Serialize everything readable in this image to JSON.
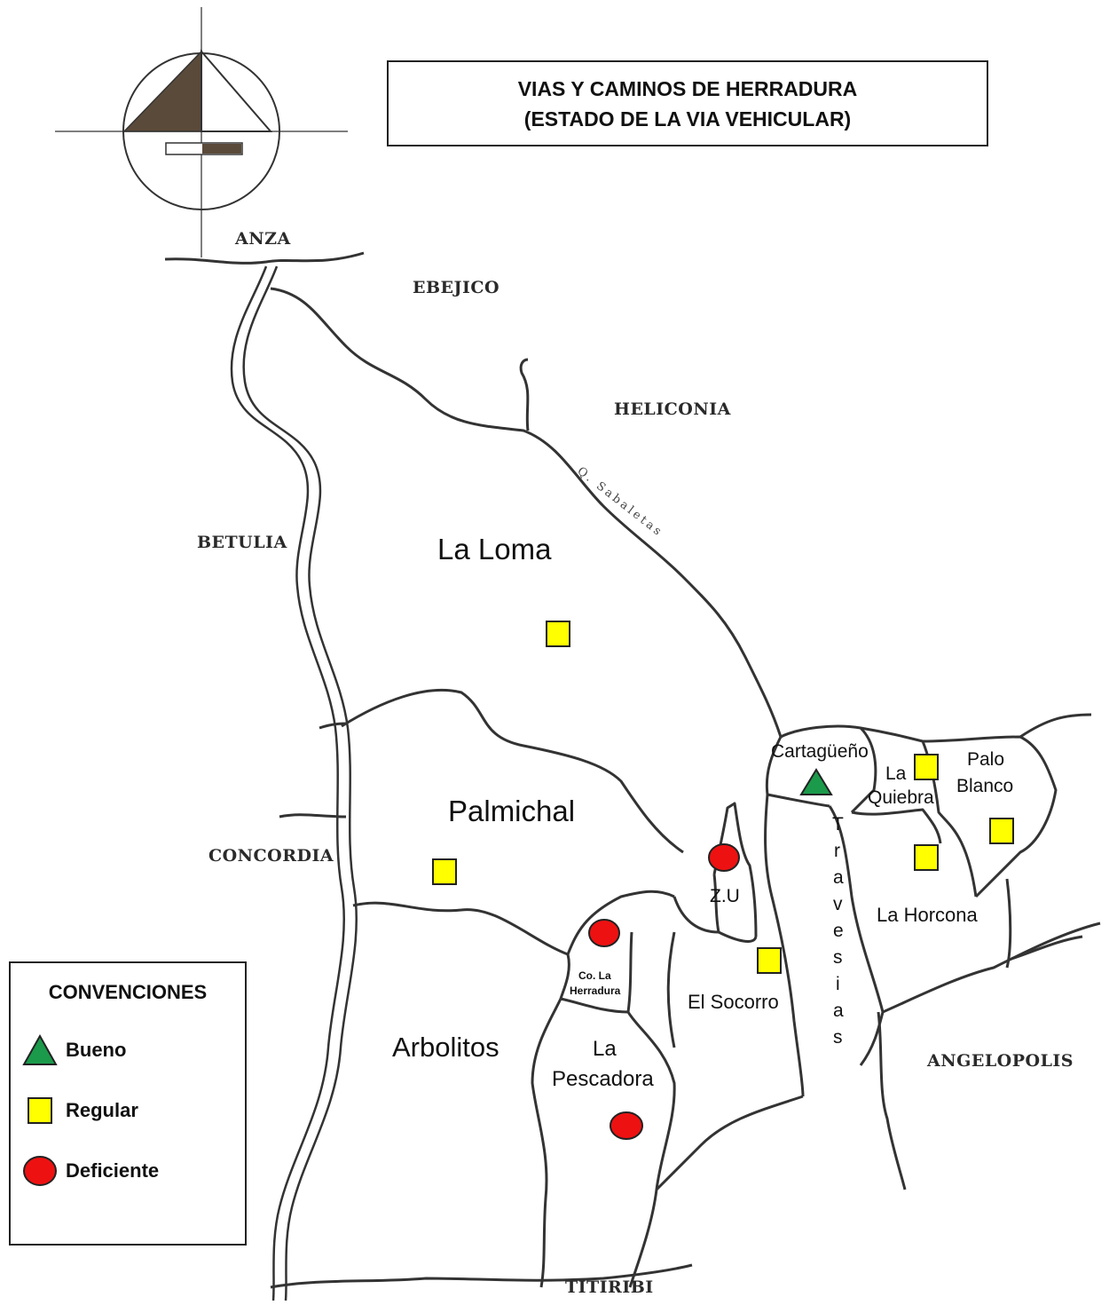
{
  "title": {
    "line1": "VIAS Y CAMINOS DE HERRADURA",
    "line2": "(ESTADO DE LA VIA VEHICULAR)"
  },
  "neighbors": {
    "anza": "ANZA",
    "ebejico": "EBEJICO",
    "heliconia": "HELICONIA",
    "betulia": "BETULIA",
    "concordia": "CONCORDIA",
    "angelopolis": "ANGELOPOLIS",
    "titiribi": "TITIRIBI"
  },
  "river_label": "Q. Sabaletas",
  "veredas": {
    "la_loma": "La Loma",
    "palmichal": "Palmichal",
    "arbolitos": "Arbolitos",
    "la_pescadora_1": "La",
    "la_pescadora_2": "Pescadora",
    "co_la_herradura_1": "Co. La",
    "co_la_herradura_2": "Herradura",
    "zu": "Z.U",
    "el_socorro": "El Socorro",
    "cartagueno": "Cartagüeño",
    "travesias": [
      "T",
      "r",
      "a",
      "v",
      "e",
      "s",
      "i",
      "a",
      "s"
    ],
    "la_quiebra_1": "La",
    "la_quiebra_2": "Quiebra",
    "palo_blanco_1": "Palo",
    "palo_blanco_2": "Blanco",
    "la_horcona": "La Horcona"
  },
  "legend": {
    "title": "CONVENCIONES",
    "bueno": "Bueno",
    "regular": "Regular",
    "deficiente": "Deficiente"
  },
  "colors": {
    "bueno": "#1a9a4a",
    "regular": "#ffff00",
    "deficiente": "#ee1111",
    "lines": "#333333"
  },
  "icons": {
    "bueno": "green-triangle-icon",
    "regular": "yellow-square-icon",
    "deficiente": "red-circle-icon",
    "compass": "north-arrow-icon"
  }
}
